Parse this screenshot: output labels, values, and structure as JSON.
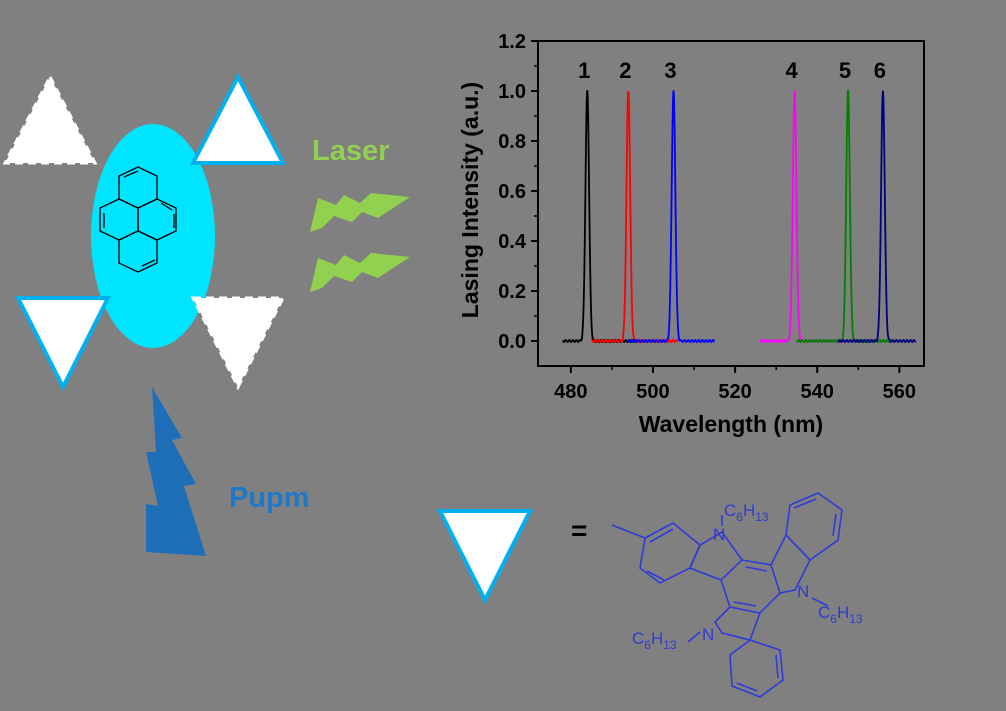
{
  "colors": {
    "background": "#808080",
    "ellipse": "#00e5ff",
    "triangle_fill": "#ffffff",
    "triangle_border": "#00b0f0",
    "laser_bolt": "#92d050",
    "pump_bolt": "#1f6fb8",
    "laser_text": "#92d050",
    "pump_text": "#1f78c8",
    "molecule": "#2e3bd6"
  },
  "labels": {
    "laser": "Laser",
    "pump": "Pupm",
    "equals": "="
  },
  "molecule": {
    "substituent": "C6H13",
    "atom_n": "N"
  },
  "chart_data": {
    "type": "line",
    "xlabel": "Wavelength (nm)",
    "ylabel": "Lasing Intensity (a.u.)",
    "xlim": [
      472,
      566
    ],
    "ylim": [
      -0.1,
      1.2
    ],
    "xticks": [
      "480",
      "500",
      "520",
      "540",
      "560"
    ],
    "yticks": [
      "0.0",
      "0.2",
      "0.4",
      "0.6",
      "0.8",
      "1.0",
      "1.2"
    ],
    "grid": false,
    "series": [
      {
        "label": "1",
        "color": "#000000",
        "peak": 484.0,
        "intensity": 1.0,
        "range": [
          478,
          496
        ]
      },
      {
        "label": "2",
        "color": "#ff0000",
        "peak": 494.0,
        "intensity": 1.0,
        "range": [
          485,
          506
        ]
      },
      {
        "label": "3",
        "color": "#0000ff",
        "peak": 505.0,
        "intensity": 1.0,
        "range": [
          494,
          515
        ]
      },
      {
        "label": "4",
        "color": "#ff00ff",
        "peak": 534.5,
        "intensity": 1.0,
        "range": [
          526,
          546
        ]
      },
      {
        "label": "5",
        "color": "#008000",
        "peak": 547.5,
        "intensity": 1.0,
        "range": [
          535,
          558
        ]
      },
      {
        "label": "6",
        "color": "#000080",
        "peak": 556.0,
        "intensity": 1.0,
        "range": [
          545,
          564
        ]
      }
    ]
  }
}
